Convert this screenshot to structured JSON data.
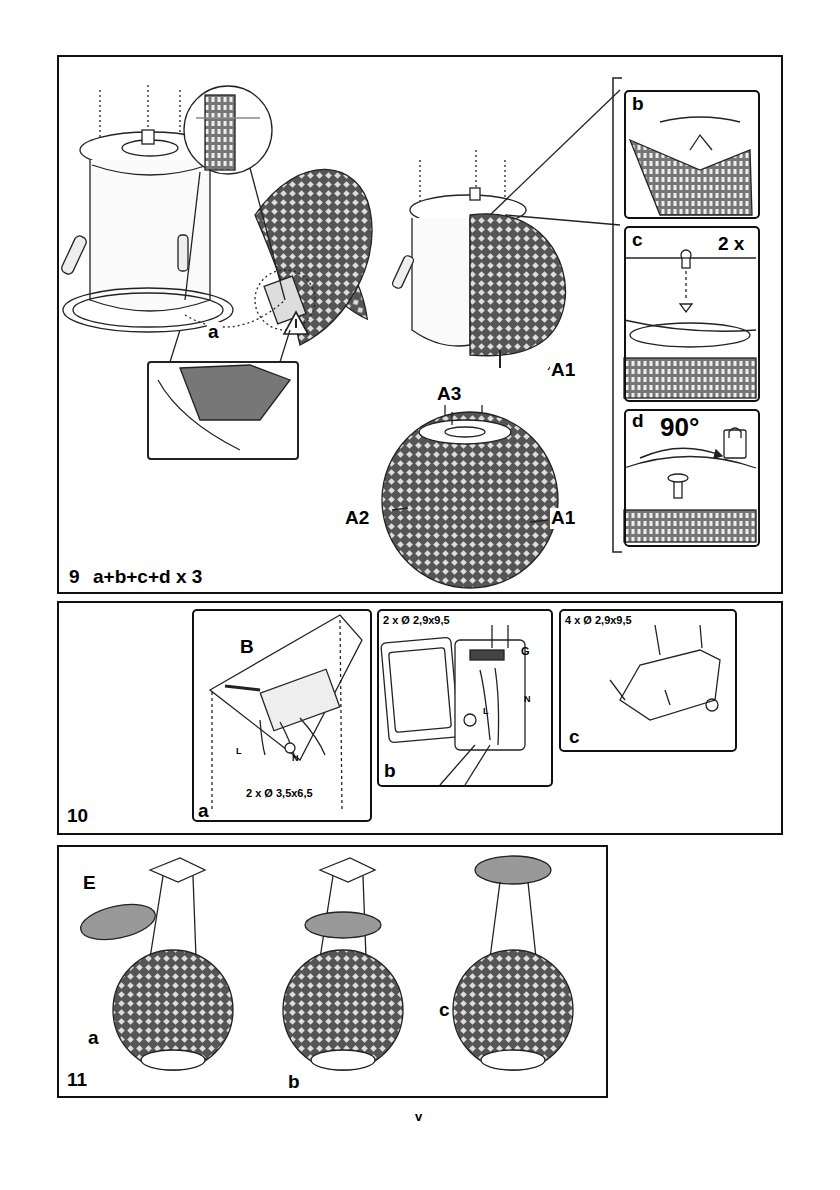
{
  "diagram": {
    "nodes": [
      {
        "text": [
          "9",
          "a+b+c+d x 3"
        ]
      },
      {
        "text": [
          "b"
        ],
        "in": 0
      },
      {
        "text": [
          "c",
          "2 x"
        ],
        "in": 0
      },
      {
        "text": [
          "d",
          "90°"
        ],
        "in": 0
      },
      {
        "text": [
          "10"
        ]
      },
      {
        "text": [
          "a",
          "B",
          "L",
          "N",
          "2 x Ø 3,5x6,5"
        ],
        "in": 4
      },
      {
        "text": [
          "2 x Ø 2,9x9,5",
          "G",
          "N",
          "L",
          "b"
        ],
        "in": 4
      },
      {
        "text": [
          "4 x Ø 2,9x9,5",
          "c"
        ],
        "in": 4
      },
      {
        "text": [
          "11"
        ]
      }
    ],
    "labels": [
      "a",
      "A1",
      "A3",
      "A2",
      "A1",
      "E",
      "a",
      "b",
      "c",
      "v"
    ]
  }
}
